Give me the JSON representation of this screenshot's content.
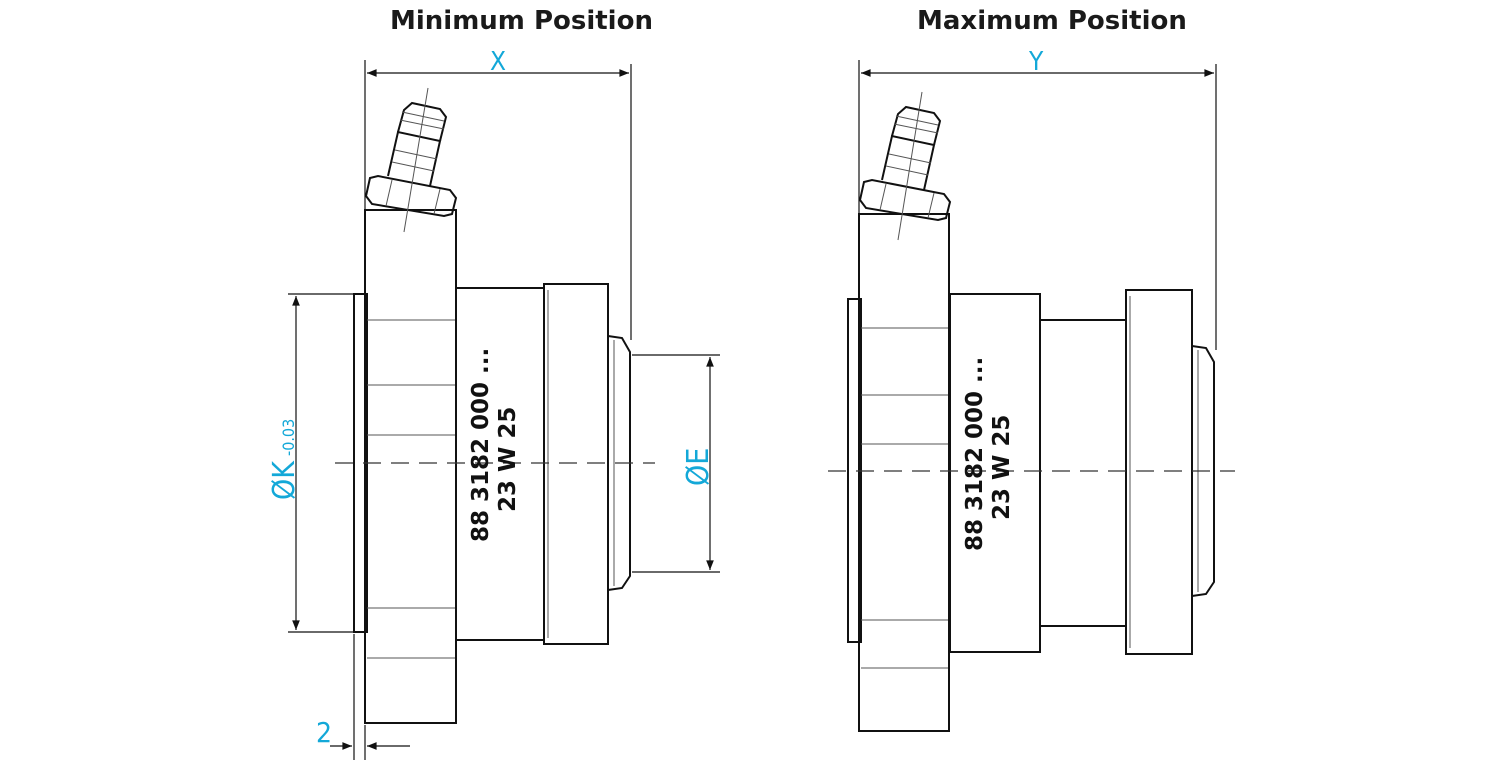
{
  "titles": {
    "min": "Minimum Position",
    "max": "Maximum Position"
  },
  "dimensions": {
    "x": "X",
    "y": "Y",
    "dia_k_prefix": "ØK",
    "dia_k_tol": "-0.03",
    "dia_e": "ØE",
    "offset": "2"
  },
  "engraving": {
    "line1": "88 3182 000 ...",
    "line2": "23 W 25"
  },
  "colors": {
    "dimension_text": "#13a8d8",
    "lines": "#111111"
  }
}
